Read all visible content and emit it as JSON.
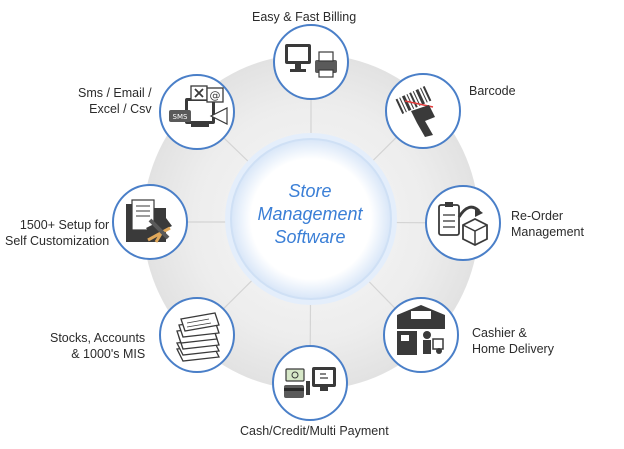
{
  "center": {
    "line1": "Store",
    "line2": "Management",
    "line3": "Software"
  },
  "nodes": {
    "billing": {
      "label": "Easy & Fast Billing",
      "icon": "monitor-printer-icon"
    },
    "barcode": {
      "label": "Barcode",
      "icon": "barcode-scanner-icon"
    },
    "reorder": {
      "line1": "Re-Order",
      "line2": "Management",
      "icon": "clipboard-box-icon"
    },
    "cashier": {
      "line1": "Cashier &",
      "line2": "Home Delivery",
      "icon": "cashier-delivery-icon"
    },
    "payment": {
      "label": "Cash/Credit/Multi Payment",
      "icon": "payment-terminal-icon"
    },
    "stocks": {
      "line1": "Stocks, Accounts",
      "line2": "& 1000's MIS",
      "icon": "paper-stack-icon"
    },
    "setup": {
      "line1": "1500+ Setup for",
      "line2": "Self Customization",
      "icon": "folder-tools-icon"
    },
    "sms": {
      "line1": "Sms / Email /",
      "line2": "Excel / Csv",
      "icon": "sms-email-excel-icon"
    }
  },
  "colors": {
    "accent": "#3b7fd6",
    "ring": "#4a7fc8",
    "halo": "#e9e9e9",
    "icon": "#3a3a3a"
  }
}
